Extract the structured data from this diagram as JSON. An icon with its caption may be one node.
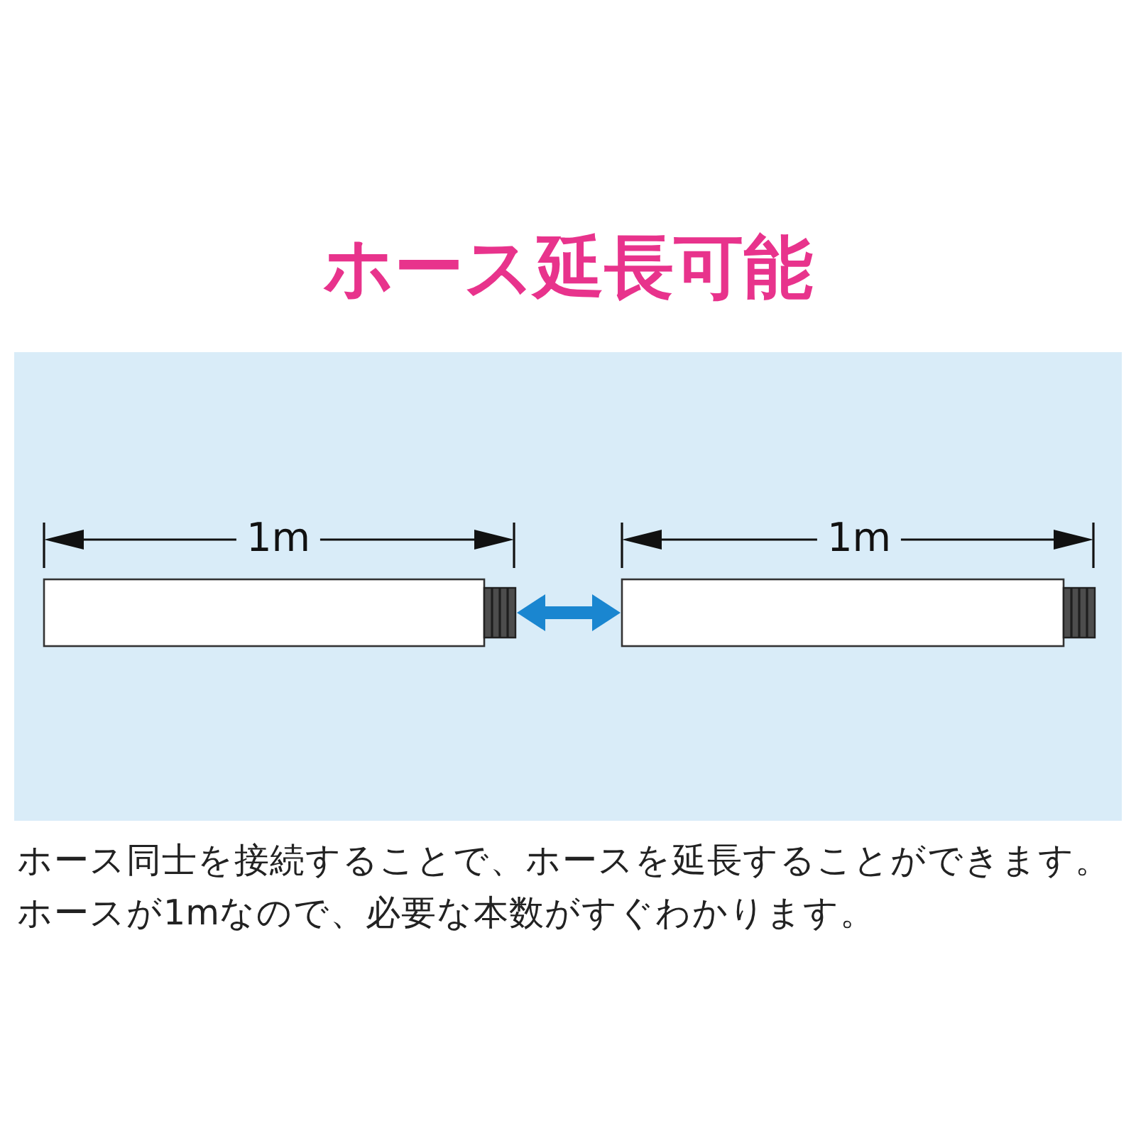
{
  "diagram": {
    "title": "ホース延長可能",
    "caption": "ホース同士を接続することで、ホースを延長することができます。ホースが1mなので、必要な本数がすぐわかります。",
    "nodes": [
      {
        "text": [],
        "shape": "bar"
      },
      {
        "text": [],
        "shape": "bar"
      }
    ],
    "edges": [
      {
        "from": 0,
        "to": 1,
        "arrow": "both"
      }
    ],
    "labels": [
      "1m",
      "1m"
    ]
  }
}
